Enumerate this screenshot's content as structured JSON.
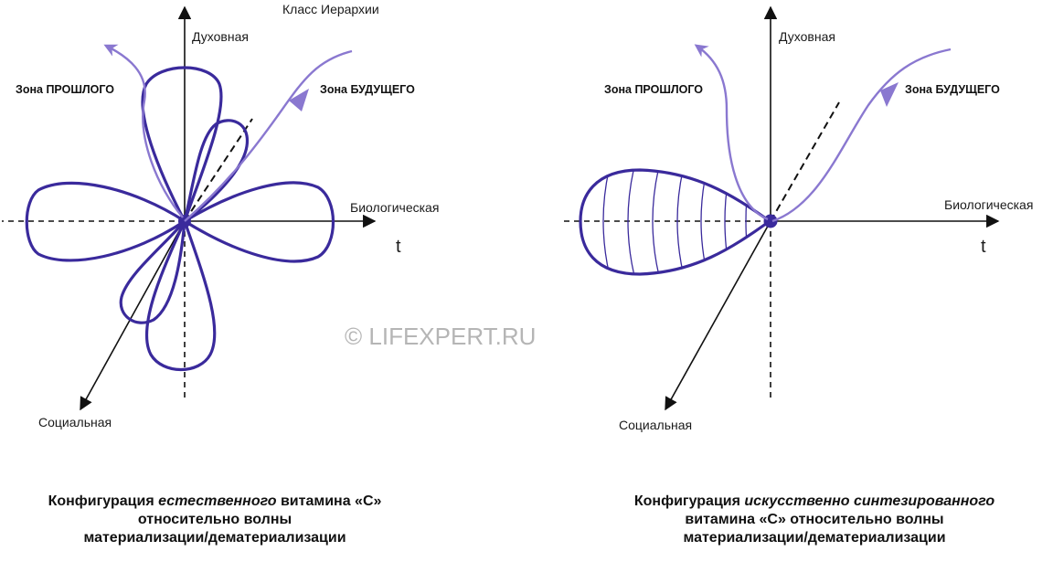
{
  "top_label": "Класс Иерархии",
  "watermark": "© LIFEXPERT.RU",
  "left_diagram": {
    "axis_vertical": "Духовная",
    "axis_horizontal": "Биологическая",
    "axis_time": "t",
    "axis_diagonal": "Социальная",
    "zone_past": "Зона ПРОШЛОГО",
    "zone_future": "Зона БУДУЩЕГО",
    "caption": {
      "line1_prefix": "Конфигурация ",
      "line1_emph": "естественного",
      "line1_suffix": " витамина «С»",
      "line2": "относительно волны",
      "line3": "материализации/дематериализации"
    }
  },
  "right_diagram": {
    "axis_vertical": "Духовная",
    "axis_horizontal": "Биологическая",
    "axis_time": "t",
    "axis_diagonal": "Социальная",
    "zone_past": "Зона ПРОШЛОГО",
    "zone_future": "Зона БУДУЩЕГО",
    "caption": {
      "line1_prefix": "Конфигурация ",
      "line1_emph": "искусственно синтезированного",
      "line2": "витамина «С» относительно волны",
      "line3": "материализации/дематериализации"
    }
  },
  "colors": {
    "curve": "#3a2a9c",
    "zone_arrow": "#8a78d0",
    "axis": "#111111"
  }
}
